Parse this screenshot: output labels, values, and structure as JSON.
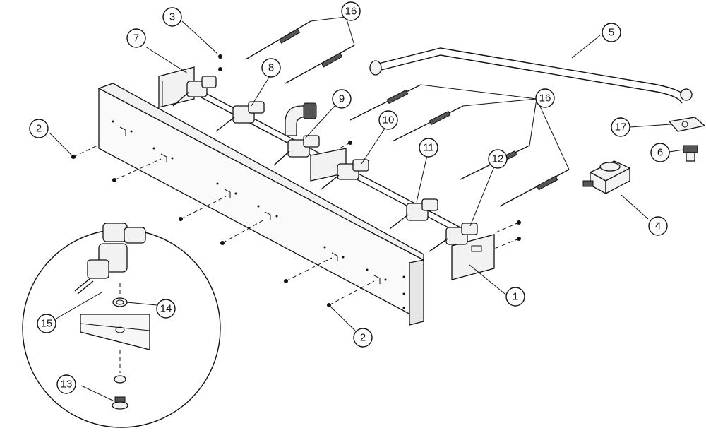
{
  "callouts": [
    {
      "label": "1"
    },
    {
      "label": "2"
    },
    {
      "label": "2"
    },
    {
      "label": "3"
    },
    {
      "label": "4"
    },
    {
      "label": "5"
    },
    {
      "label": "6"
    },
    {
      "label": "7"
    },
    {
      "label": "8"
    },
    {
      "label": "9"
    },
    {
      "label": "10"
    },
    {
      "label": "11"
    },
    {
      "label": "12"
    },
    {
      "label": "13"
    },
    {
      "label": "14"
    },
    {
      "label": "15"
    },
    {
      "label": "16"
    },
    {
      "label": "16"
    },
    {
      "label": "17"
    }
  ],
  "colors": {
    "line": "#111111",
    "background": "#ffffff"
  }
}
